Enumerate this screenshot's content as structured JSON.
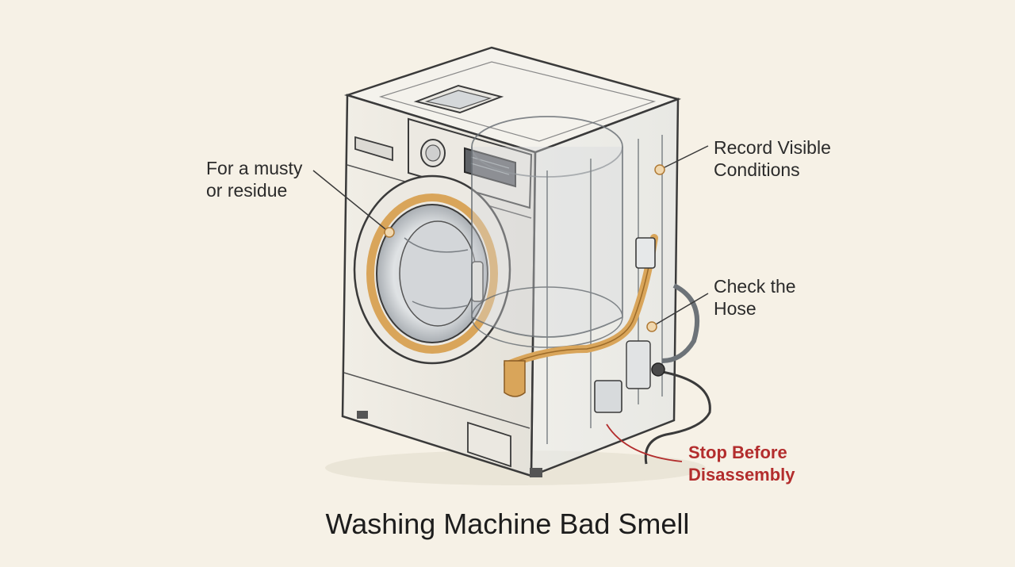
{
  "title": "Washing Machine Bad Smell",
  "callouts": [
    {
      "id": "musty",
      "text": "For a musty\nor residue"
    },
    {
      "id": "record",
      "text": "Record Visible\nConditions"
    },
    {
      "id": "hose",
      "text": "Check the\nHose"
    },
    {
      "id": "stop",
      "text": "Stop Before\nDisassembly"
    }
  ],
  "colors": {
    "background": "#f6f1e6",
    "line": "#3a3a3a",
    "accent": "#d9a55a",
    "warning": "#b32d2d"
  }
}
